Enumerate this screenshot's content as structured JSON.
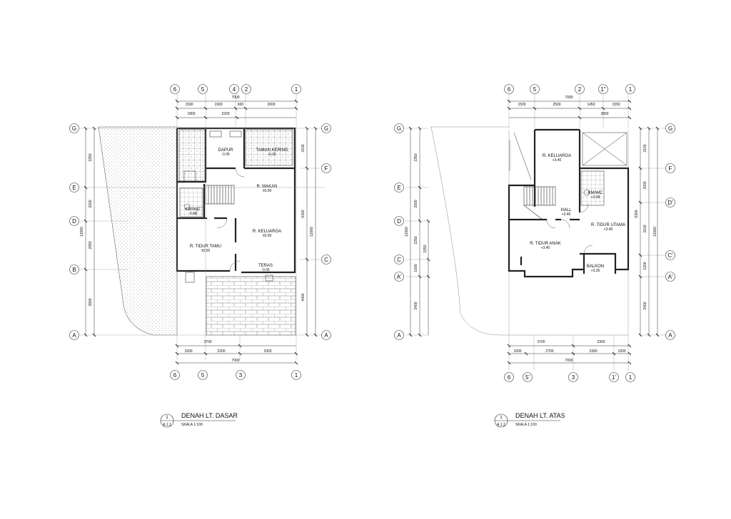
{
  "plans": [
    {
      "title": "DENAH LT. DASAR",
      "sheet_no": "1",
      "sheet_ref": "A.1.1",
      "scale": "SKALA 1:100",
      "top_grid": [
        "6",
        "5",
        "4",
        "2",
        "1"
      ],
      "bottom_grid": [
        "6",
        "5",
        "3",
        "1"
      ],
      "left_grid": [
        "G",
        "E",
        "D",
        "B",
        "A"
      ],
      "right_grid": [
        "G",
        "F",
        "C",
        "A"
      ],
      "top_dims": [
        "7000",
        "1500",
        "1900",
        "600",
        "3000",
        "1800",
        "2200"
      ],
      "bottom_dims": [
        "3700",
        "1500",
        "2200",
        "3300",
        "7000"
      ],
      "left_dims": [
        "3350",
        "2000",
        "12000",
        "2950",
        "3900"
      ],
      "right_dims": [
        "2100",
        "5300",
        "12000",
        "4400"
      ],
      "rooms": [
        {
          "name": "DAPUR",
          "level": "-0.05"
        },
        {
          "name": "TAMAN KERING",
          "level": "-0.30"
        },
        {
          "name": "R. MAKAN",
          "level": "±0.00"
        },
        {
          "name": "KM/WC",
          "level": "-0.40"
        },
        {
          "name": "R. KELUARGA",
          "level": "±0.00"
        },
        {
          "name": "R. TIDUR TAMU",
          "level": "±0.00"
        },
        {
          "name": "TERAS",
          "level": "-0.05"
        }
      ]
    },
    {
      "title": "DENAH LT. ATAS",
      "sheet_no": "1",
      "sheet_ref": "A.1.2",
      "scale": "SKALA 1:100",
      "top_grid": [
        "6",
        "5",
        "2",
        "1\"",
        "1"
      ],
      "bottom_grid": [
        "6",
        "5'",
        "3",
        "1'",
        "1"
      ],
      "left_grid": [
        "G",
        "E",
        "D",
        "C",
        "A'",
        "A"
      ],
      "right_grid": [
        "G",
        "F",
        "D'",
        "C'",
        "A'",
        "A"
      ],
      "top_dims": [
        "7000",
        "1500",
        "2500",
        "1450",
        "1550",
        "3800"
      ],
      "bottom_dims": [
        "3700",
        "3300",
        "1000",
        "2700",
        "2300",
        "1000",
        "7000"
      ],
      "left_dims": [
        "3350",
        "2000",
        "12000",
        "2250",
        "3250",
        "1000",
        "3400"
      ],
      "right_dims": [
        "2100",
        "2000",
        "5300",
        "3100",
        "12000",
        "1200",
        "3400"
      ],
      "rooms": [
        {
          "name": "R. KELUARGA",
          "level": "+3.40"
        },
        {
          "name": "KM/WC",
          "level": "+3.38"
        },
        {
          "name": "HALL",
          "level": "+3.40"
        },
        {
          "name": "R. TIDUR UTAMA",
          "level": "+3.40"
        },
        {
          "name": "R. TIDUR ANAK",
          "level": "+3.40"
        },
        {
          "name": "BALKON",
          "level": "+3.35"
        }
      ]
    }
  ]
}
